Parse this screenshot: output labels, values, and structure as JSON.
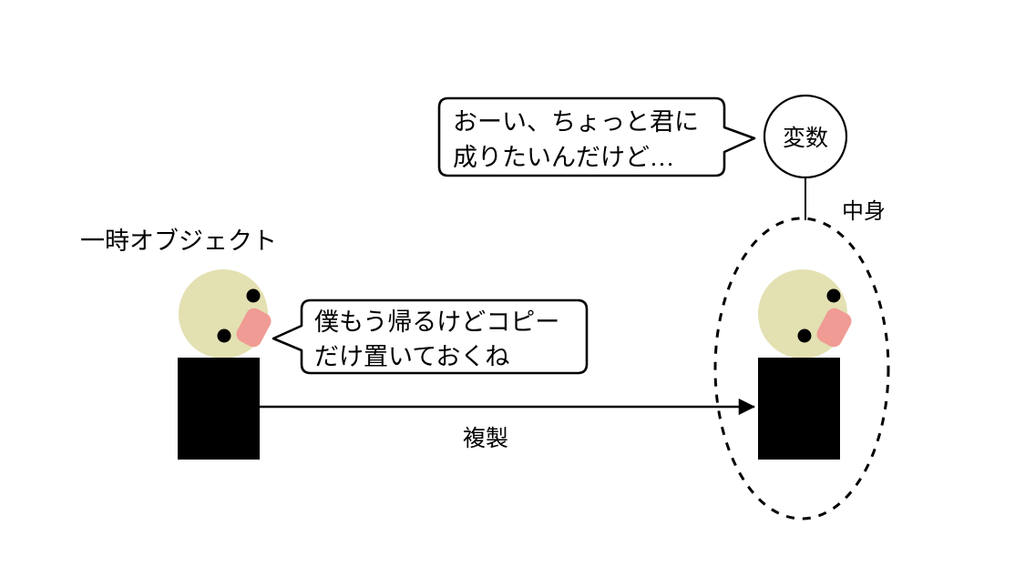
{
  "diagram": {
    "title_label": "一時オブジェクト",
    "variable_circle_label": "変数",
    "container_label": "中身",
    "copy_arrow_label": "複製",
    "bubbles": [
      {
        "id": "variable-bubble",
        "lines": [
          "おーい、ちょっと君に",
          "成りたいんだけど…"
        ],
        "tail_direction": "right"
      },
      {
        "id": "temp-object-bubble",
        "lines": [
          "僕もう帰るけどコピー",
          "だけ置いておくね"
        ],
        "tail_direction": "left"
      }
    ],
    "figures": [
      {
        "id": "temp-object-figure",
        "name": "一時オブジェクト"
      },
      {
        "id": "variable-content-figure",
        "name": "中身"
      }
    ],
    "colors": {
      "head": "#E3E0B2",
      "mouth": "#F09B93",
      "body": "#000000",
      "stroke": "#000000",
      "background": "#FFFFFF"
    }
  }
}
